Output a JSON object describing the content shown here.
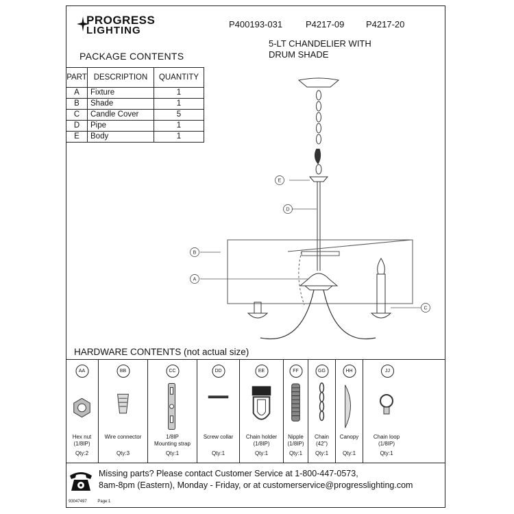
{
  "brand": {
    "line1": "PROGRESS",
    "line2": "LIGHTING"
  },
  "part_numbers": [
    "P400193-031",
    "P4217-09",
    "P4217-20"
  ],
  "product_title": {
    "line1": "5-LT CHANDELIER WITH",
    "line2": "DRUM SHADE"
  },
  "package_contents": {
    "title": "PACKAGE CONTENTS",
    "headers": [
      "PART",
      "DESCRIPTION",
      "QUANTITY"
    ],
    "rows": [
      {
        "part": "A",
        "description": "Fixture",
        "quantity": "1"
      },
      {
        "part": "B",
        "description": "Shade",
        "quantity": "1"
      },
      {
        "part": "C",
        "description": "Candle Cover",
        "quantity": "5"
      },
      {
        "part": "D",
        "description": "Pipe",
        "quantity": "1"
      },
      {
        "part": "E",
        "description": "Body",
        "quantity": "1"
      }
    ]
  },
  "diagram_labels": [
    "E",
    "D",
    "B",
    "A",
    "C"
  ],
  "hardware": {
    "title": "HARDWARE CONTENTS (not actual size)",
    "items": [
      {
        "code": "AA",
        "name1": "Hex nut",
        "name2": "(1/8IP)",
        "qty": "Qty:2",
        "icon": "hex-nut-icon"
      },
      {
        "code": "BB",
        "name1": "Wire connector",
        "name2": "",
        "qty": "Qty:3",
        "icon": "wire-connector-icon"
      },
      {
        "code": "CC",
        "name1": "1/8IP",
        "name2": "Mounting strap",
        "qty": "Qty:1",
        "icon": "mounting-strap-icon"
      },
      {
        "code": "DD",
        "name1": "Screw collar",
        "name2": "",
        "qty": "Qty:1",
        "icon": "screw-collar-icon"
      },
      {
        "code": "EE",
        "name1": "Chain holder",
        "name2": "(1/8IP)",
        "qty": "Qty:1",
        "icon": "chain-holder-icon"
      },
      {
        "code": "FF",
        "name1": "Nipple",
        "name2": "(1/8IP)",
        "qty": "Qty:1",
        "icon": "nipple-icon"
      },
      {
        "code": "GG",
        "name1": "Chain",
        "name2": "(42\")",
        "qty": "Qty:1",
        "icon": "chain-icon"
      },
      {
        "code": "HH",
        "name1": "Canopy",
        "name2": "",
        "qty": "Qty:1",
        "icon": "canopy-icon"
      },
      {
        "code": "JJ",
        "name1": "Chain loop",
        "name2": "(1/8IP)",
        "qty": "Qty:1",
        "icon": "chain-loop-icon"
      }
    ]
  },
  "contact": {
    "line1": "Missing parts? Please contact Customer Service at 1-800-447-0573,",
    "line2": "8am-8pm (Eastern), Monday - Friday,  or at customerservice@progresslighting.com"
  },
  "footer": {
    "doc_code": "93047497",
    "page": "Page:1"
  }
}
